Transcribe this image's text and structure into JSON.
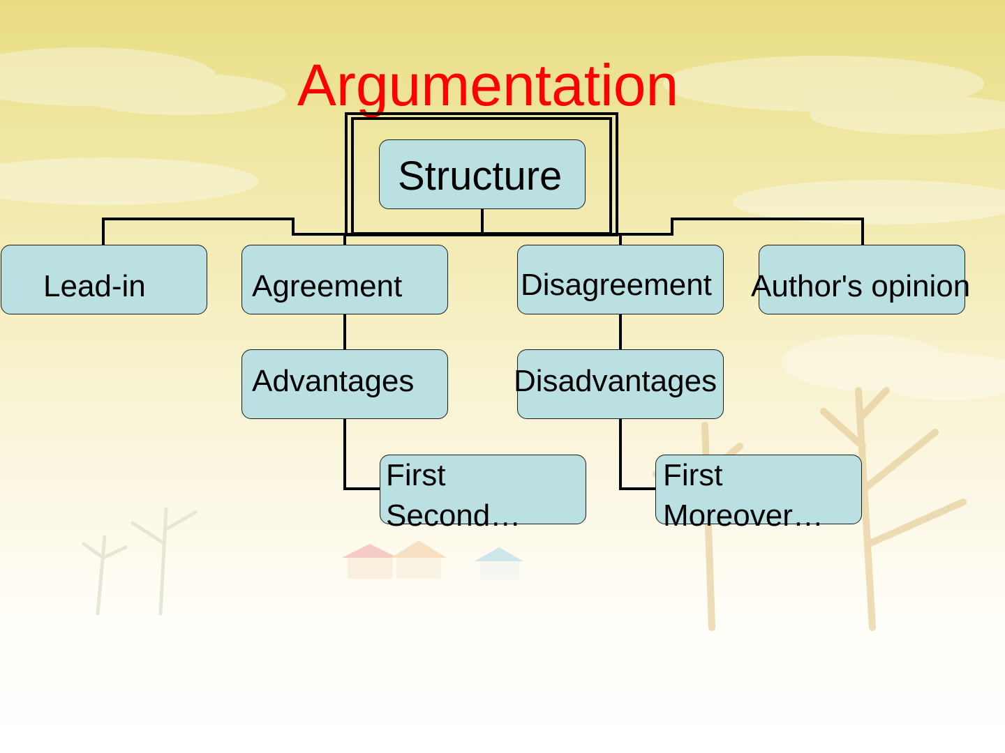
{
  "title": "Argumentation",
  "diagram": {
    "root": "Structure",
    "branches": [
      "Lead-in",
      "Agreement",
      "Disagreement",
      "Author's opinion"
    ],
    "agreement_child": "Advantages",
    "disagreement_child": "Disadvantages",
    "advantages_child": {
      "line1": "First",
      "line2": "Second…"
    },
    "disadvantages_child": {
      "line1": "First",
      "line2": "Moreover…"
    }
  },
  "colors": {
    "title": "#ff0000",
    "node_fill": "#bae0e2",
    "connector": "#000000"
  }
}
